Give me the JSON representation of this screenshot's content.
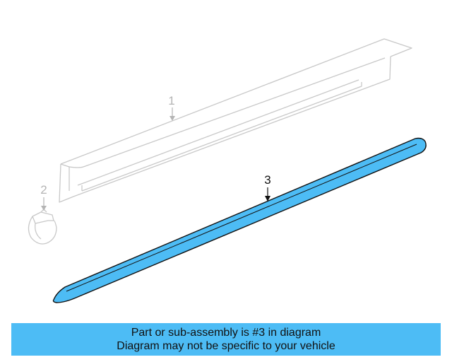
{
  "diagram": {
    "callouts": [
      {
        "label": "1",
        "highlighted": false
      },
      {
        "label": "2",
        "highlighted": false
      },
      {
        "label": "3",
        "highlighted": true
      }
    ]
  },
  "banner": {
    "line1": "Part or sub-assembly is #3 in diagram",
    "line2": "Diagram may not be specific to your vehicle"
  },
  "colors": {
    "highlight": "#4dbcf5",
    "ghost_line": "#c8c8c8",
    "outline": "#111111"
  }
}
